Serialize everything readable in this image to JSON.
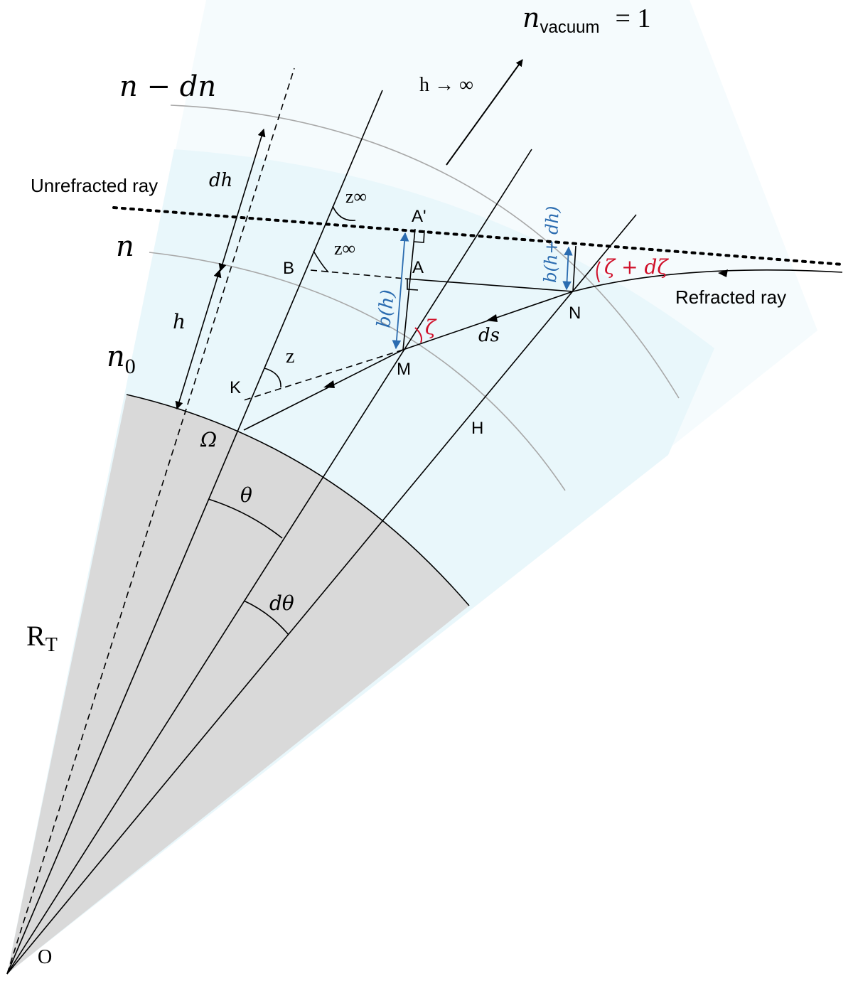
{
  "labels": {
    "n_vacuum_symbol": "n",
    "n_vacuum_sub": "vacuum",
    "n_vacuum_eq": "= 1",
    "h_to_inf": "h → ∞",
    "n_minus_dn": "n −  dn",
    "n": "n",
    "n0_symbol": "n",
    "n0_sub": "0",
    "dh": "dh",
    "h": "h",
    "unrefracted_ray": "Unrefracted ray",
    "refracted_ray": "Refracted ray",
    "z_inf_top": "z∞",
    "z_inf_mid": "z∞",
    "z": "z",
    "A_prime": "A'",
    "A": "A",
    "B": "B",
    "K": "K",
    "M": "M",
    "N": "N",
    "H": "H",
    "Omega": "Ω",
    "O": "O",
    "b_h": "b(h)",
    "b_h_dh": "b(h+ dh)",
    "zeta": "ζ",
    "zeta_dzeta": "ζ + dζ",
    "ds": "ds",
    "theta": "θ",
    "dtheta": "dθ",
    "R_symbol": "R",
    "R_sub": "T"
  },
  "colors": {
    "atmosphere_outer": "#f5fbfd",
    "atmosphere_inner": "#e8f7fb",
    "earth": "#d9d9d9",
    "blue_annotation": "#2b6cb0",
    "red_annotation": "#d0102a",
    "shell_lines": "#a8a8a8"
  }
}
